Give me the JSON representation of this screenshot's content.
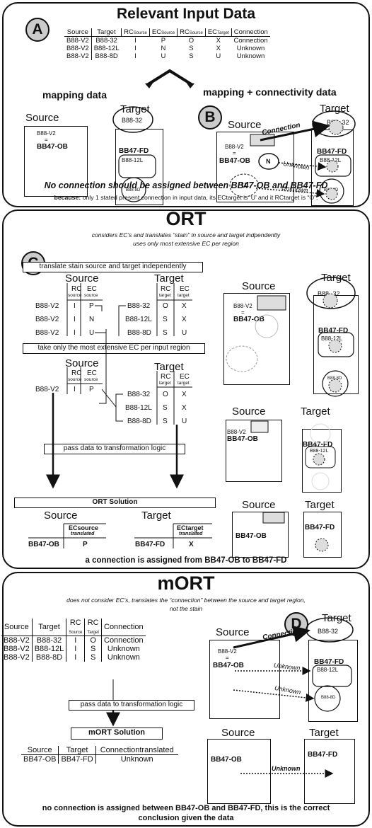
{
  "panelA": {
    "title": "Relevant Input Data",
    "letter": "A",
    "table": {
      "headers": [
        "Source",
        "Target",
        "RC",
        "EC",
        "RC",
        "EC",
        "Connection"
      ],
      "header_subs": [
        "",
        "",
        "Source",
        "Source",
        "Source",
        "Target",
        ""
      ],
      "rows": [
        [
          "B88-V2",
          "B88-32",
          "I",
          "P",
          "O",
          "X",
          "Connection"
        ],
        [
          "B88-V2",
          "B88-12L",
          "I",
          "N",
          "S",
          "X",
          "Unknown"
        ],
        [
          "B88-V2",
          "B88-8D",
          "I",
          "U",
          "S",
          "U",
          "Unknown"
        ]
      ]
    },
    "mapping_label": "mapping data",
    "mapping_conn_label": "mapping + connectivity data",
    "source_label": "Source",
    "target_label": "Target",
    "src_v2": "B88-V2",
    "eq": "=",
    "src_ob": "BB47-OB",
    "tgt_32": "B88-32",
    "tgt_32b": "B88- 32",
    "tgt_fd": "BB47-FD",
    "tgt_12l": "B88-12L",
    "tgt_8d": "B88-8D",
    "letterB": "B",
    "p": "P",
    "n": "N",
    "u": "U",
    "connection": "Connection",
    "unknown": "Unknown",
    "conclusion": "No connection should be assigned between BB47-OB and BB47-FD",
    "because_bold": "because:",
    "because_rest": "only 1 stated present connection in input data, its ECtarget is ‘U’ and it RCtarget is “O”."
  },
  "panelC": {
    "title": "ORT",
    "letter": "C",
    "desc1": "considers EC’s and translates “stain” in source and target indpendently",
    "desc2": "uses only most extensive EC per region",
    "step1": "translate stain source and target independently",
    "step2": "take only the most extensive EC per input region",
    "step3": "pass data to transformation logic",
    "solution": "ORT Solution",
    "source": "Source",
    "target": "Target",
    "rc": "RC",
    "ec": "EC",
    "sub_source": "source",
    "sub_target": "target",
    "src_rows": [
      [
        "B88-V2",
        "I",
        "P"
      ],
      [
        "B88-V2",
        "I",
        "N"
      ],
      [
        "B88-V2",
        "I",
        "U"
      ]
    ],
    "tgt_rows": [
      [
        "B88-32",
        "O",
        "X"
      ],
      [
        "B88-12L",
        "S",
        "X"
      ],
      [
        "B88-8D",
        "S",
        "U"
      ]
    ],
    "src_row2": [
      "B88-V2",
      "I",
      "P"
    ],
    "ec_src_trans": "ECsource",
    "ec_tgt_trans": "ECtarget",
    "translated": "translated",
    "sol_src": [
      "BB47-OB",
      "P"
    ],
    "sol_tgt": [
      "BB47-FD",
      "X"
    ],
    "conclusion": "a connection is assigned from BB47-OB to BB47-FD"
  },
  "panelM": {
    "title": "mORT",
    "letter": "D",
    "desc1": "does not consider EC’s, translates the “connection” between the source and target region,",
    "desc2": "not the stain",
    "headers": [
      "Source",
      "Target",
      "RC",
      "RC",
      "Connection"
    ],
    "header_subs": [
      "",
      "",
      "Source",
      "Target",
      ""
    ],
    "rows": [
      [
        "B88-V2",
        "B88-32",
        "I",
        "O",
        "Connection"
      ],
      [
        "B88-V2",
        "B88-12L",
        "I",
        "S",
        "Unknown"
      ],
      [
        "B88-V2",
        "B88-8D",
        "I",
        "S",
        "Unknown"
      ]
    ],
    "step": "pass data to transformation logic",
    "solution": "mORT Solution",
    "sol_headers": [
      "Source",
      "Target",
      "Connectiontranslated"
    ],
    "sol_row": [
      "BB47-OB",
      "BB47-FD",
      "Unknown"
    ],
    "conclusion1": "no connection is assigned between BB47-OB and BB47-FD, this is the correct",
    "conclusion2": "conclusion given the data"
  }
}
